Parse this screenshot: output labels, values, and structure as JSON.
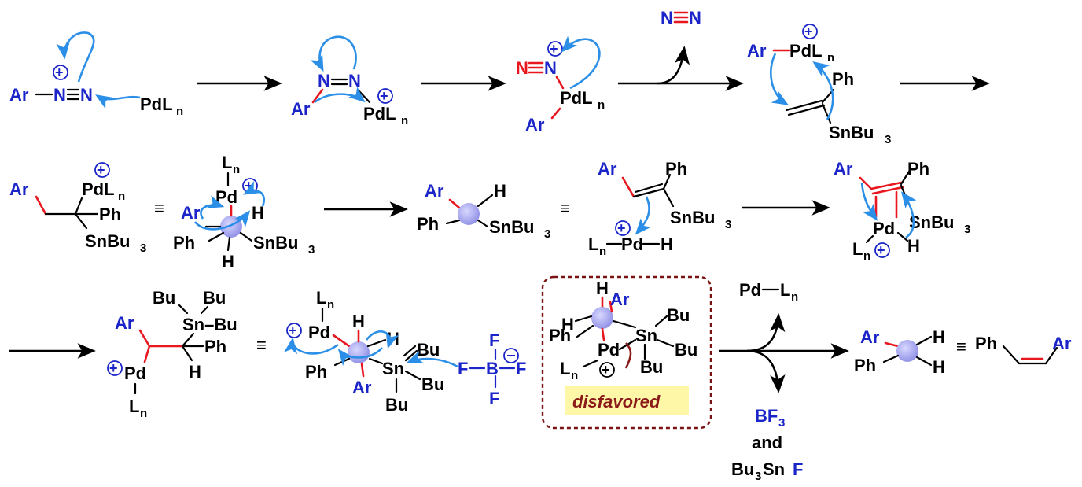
{
  "colors": {
    "text": "#000000",
    "aryl": "#1a24c8",
    "new_bond": "#e8171f",
    "electron_arrow": "#2b8fe8",
    "sphere": "#a9a9f2",
    "dashed_box": "#7a1414",
    "highlight": "#fff7a8",
    "disfavored_text": "#8b1a1a"
  },
  "labels": {
    "ar": "Ar",
    "n": "N",
    "pdl": "PdL",
    "pd": "Pd",
    "l": "L",
    "n_sub": "n",
    "three": "3",
    "ph": "Ph",
    "snbu": "SnBu",
    "sn": "Sn",
    "bu": "Bu",
    "sn_bu": "Sn–Bu",
    "h": "H",
    "f": "F",
    "b": "B",
    "equiv": "≡",
    "plus": "+",
    "minus": "−",
    "dinitrogen": "N≡N",
    "pd_l": "Pd—L",
    "bf": "BF",
    "and": "and",
    "bu3snf_prefix": "Bu",
    "bu3snf_mid": "Sn",
    "bu3snf_f": "F",
    "disfavored": "disfavored"
  },
  "icons": [
    "curved-electron-arrow",
    "reaction-arrow",
    "positive-charge-icon",
    "negative-charge-icon",
    "stereocenter-sphere"
  ]
}
